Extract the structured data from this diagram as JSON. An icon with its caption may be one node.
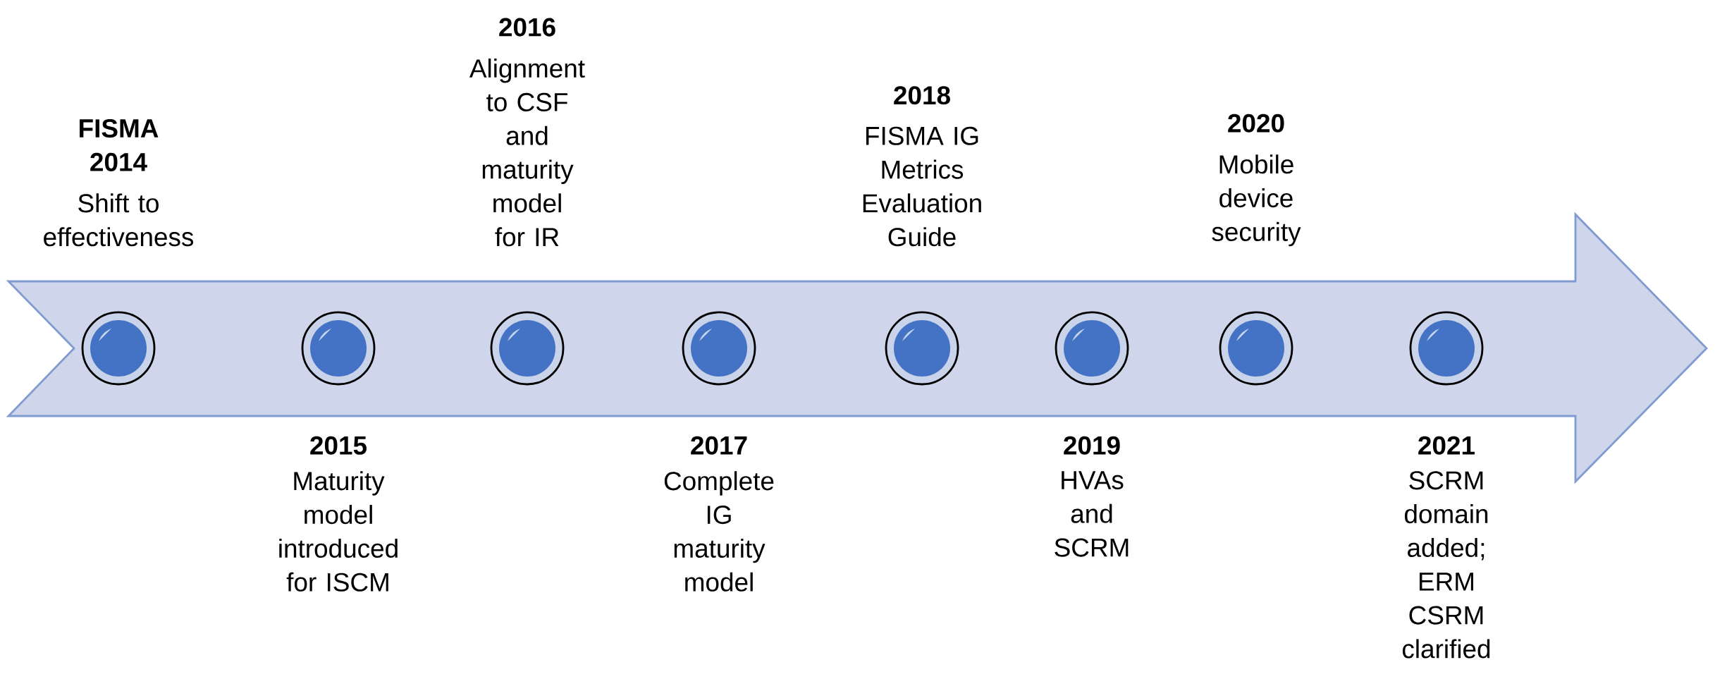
{
  "diagram": {
    "nodes": [
      {
        "text": [],
        "shape": "arrow"
      },
      {
        "text": [],
        "shape": "circle",
        "in": 0,
        "beside": [
          "**FISMA 2014**",
          "Shift to effectiveness"
        ]
      },
      {
        "text": [],
        "shape": "circle",
        "in": 0,
        "beside": [
          "**2015**",
          "Maturity model introduced for ISCM"
        ]
      },
      {
        "text": [],
        "shape": "circle",
        "in": 0,
        "beside": [
          "**2016**",
          "Alignment to CSF and maturity model for IR"
        ]
      },
      {
        "text": [],
        "shape": "circle",
        "in": 0,
        "beside": [
          "**2017**",
          "Complete IG maturity model"
        ]
      },
      {
        "text": [],
        "shape": "circle",
        "in": 0,
        "beside": [
          "**2018**",
          "FISMA IG Metrics Evaluation Guide"
        ]
      },
      {
        "text": [],
        "shape": "circle",
        "in": 0,
        "beside": [
          "**2019**",
          "HVAs and SCRM"
        ]
      },
      {
        "text": [],
        "shape": "circle",
        "in": 0,
        "beside": [
          "**2020**",
          "Mobile device security"
        ]
      },
      {
        "text": [],
        "shape": "circle",
        "in": 0,
        "beside": [
          "**2021**",
          "SCRM domain added; ERM CSRM clarified"
        ]
      }
    ]
  }
}
